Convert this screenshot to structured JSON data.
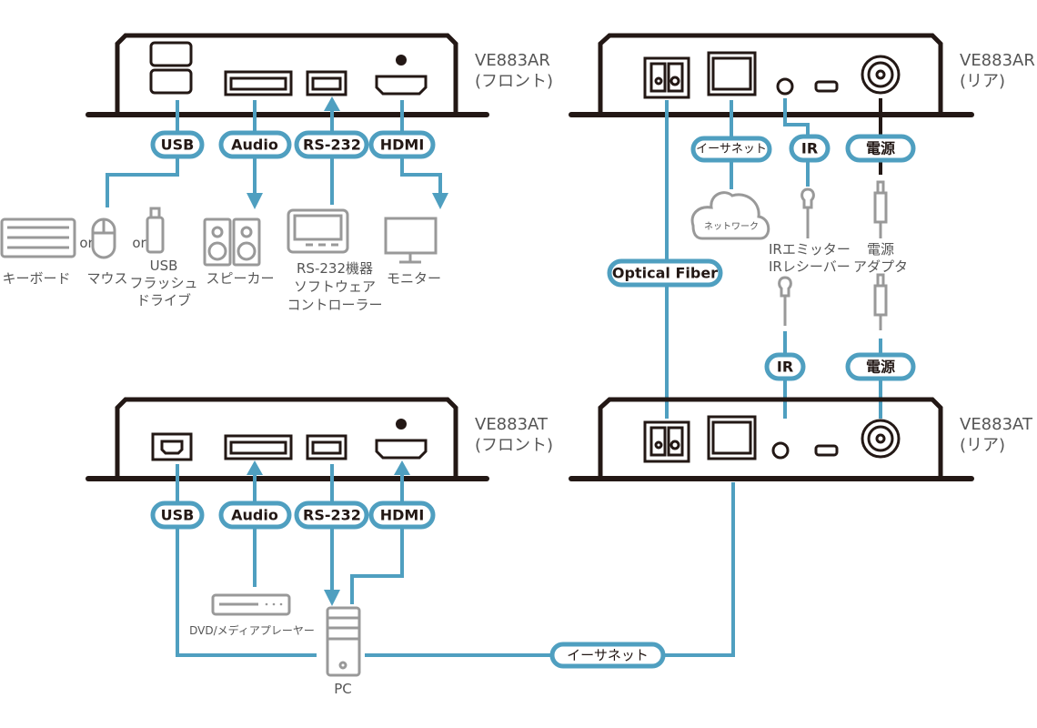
{
  "colors": {
    "accent": "#4f9fc0",
    "device": "#231815",
    "peripheral": "#999999"
  },
  "receiver_front": {
    "model": "VE883AR",
    "side": "(フロント)",
    "pills": {
      "usb": "USB",
      "audio": "Audio",
      "rs232": "RS-232",
      "hdmi": "HDMI"
    },
    "devices": {
      "keyboard": "キーボード",
      "or1": "or",
      "mouse": "マウス",
      "or2": "or",
      "usb_flash": [
        "USB",
        "フラッシュ",
        "ドライブ"
      ],
      "speaker": "スピーカー",
      "rs232_device": [
        "RS-232機器",
        "ソフトウェア",
        "コントローラー"
      ],
      "monitor": "モニター"
    }
  },
  "receiver_rear": {
    "model": "VE883AR",
    "side": "(リア)",
    "pills": {
      "ethernet": "イーサネット",
      "ir": "IR",
      "power": "電源",
      "fiber": "Optical Fiber"
    },
    "network": "ネットワーク",
    "ir_device": [
      "IRエミッター",
      "IRレシーバー"
    ],
    "power_adapter": [
      "電源",
      "アダプタ"
    ]
  },
  "transmitter_front": {
    "model": "VE883AT",
    "side": "(フロント)",
    "pills": {
      "usb": "USB",
      "audio": "Audio",
      "rs232": "RS-232",
      "hdmi": "HDMI"
    },
    "devices": {
      "dvd": "DVD/メディアプレーヤー",
      "pc": "PC"
    },
    "ethernet": "イーサネット"
  },
  "transmitter_rear": {
    "model": "VE883AT",
    "side": "(リア)",
    "pills": {
      "ir": "IR",
      "power": "電源"
    }
  }
}
